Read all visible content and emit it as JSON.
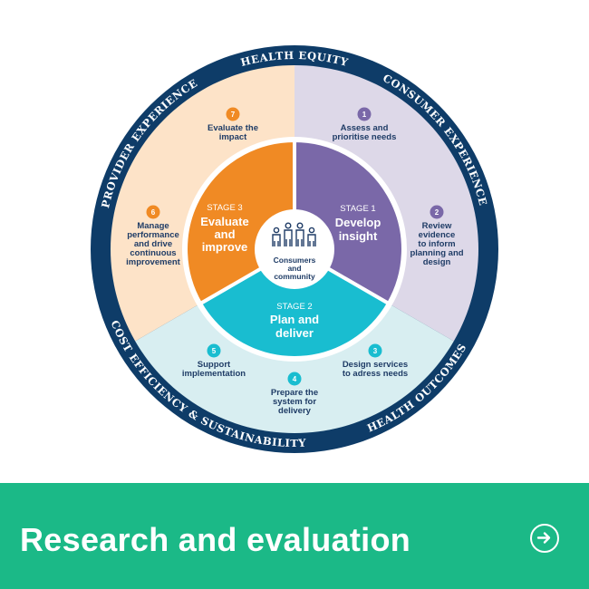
{
  "colors": {
    "navy": "#0e3c68",
    "stage1": "#7a68a8",
    "stage2": "#19bdd0",
    "stage3": "#f08a24",
    "banner": "#1bb987"
  },
  "ring": {
    "health_equity": "HEALTH EQUITY",
    "consumer_experience": "CONSUMER EXPERIENCE",
    "health_outcomes": "HEALTH OUTCOMES",
    "cost_efficiency": "COST EFFICIENCY & SUSTAINABILITY",
    "provider_experience": "PROVIDER EXPERIENCE"
  },
  "stages": {
    "s1": {
      "label": "STAGE 1",
      "title1": "Develop",
      "title2": "insight"
    },
    "s2": {
      "label": "STAGE 2",
      "title1": "Plan and",
      "title2": "deliver"
    },
    "s3": {
      "label": "STAGE 3",
      "title1": "Evaluate",
      "title2": "and",
      "title3": "improve"
    }
  },
  "center": {
    "line1": "Consumers",
    "line2": "and",
    "line3": "community",
    "icon": "people-group-icon"
  },
  "steps": [
    {
      "num": "1",
      "lines": [
        "Assess and",
        "prioritise needs"
      ]
    },
    {
      "num": "2",
      "lines": [
        "Review",
        "evidence",
        "to inform",
        "planning and",
        "design"
      ]
    },
    {
      "num": "3",
      "lines": [
        "Design services",
        "to adress needs"
      ]
    },
    {
      "num": "4",
      "lines": [
        "Prepare the",
        "system for",
        "delivery"
      ]
    },
    {
      "num": "5",
      "lines": [
        "Support",
        "implementation"
      ]
    },
    {
      "num": "6",
      "lines": [
        "Manage",
        "performance",
        "and drive",
        "continuous",
        "improvement"
      ]
    },
    {
      "num": "7",
      "lines": [
        "Evaluate the",
        "impact"
      ]
    }
  ],
  "banner": {
    "title": "Research and evaluation",
    "icon": "arrow-right-circle-icon"
  }
}
